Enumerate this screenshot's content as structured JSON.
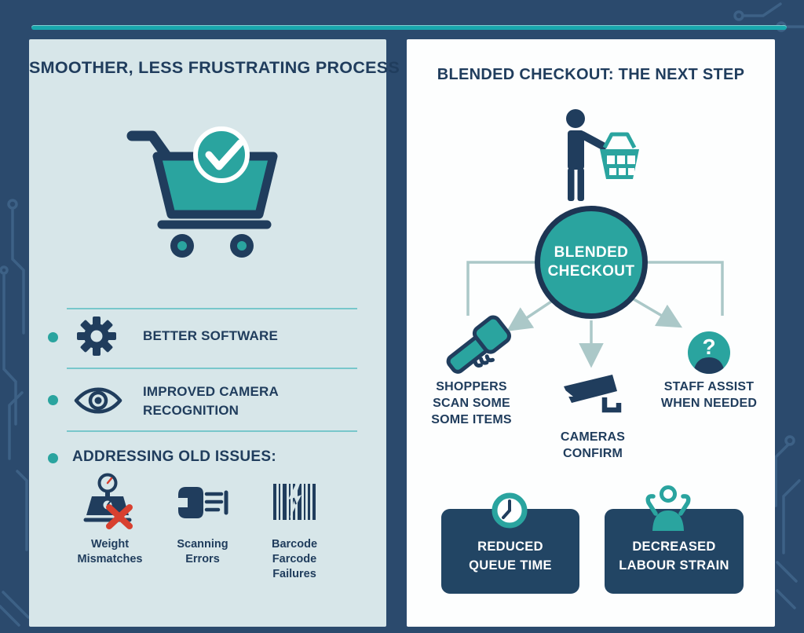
{
  "palette": {
    "bg": "#2b4a6d",
    "panelL": "#d7e6e9",
    "panelR": "#fdfefe",
    "teal": "#2aa49f",
    "tealLine": "#19a7ad",
    "ink": "#203d5d",
    "boxNavy": "#224564",
    "arrow": "#abc8c8",
    "red": "#d8402f",
    "trace": "#3d6186",
    "white": "#ffffff"
  },
  "left_panel": {
    "title": "SMOOTHER, LESS FRUSTRATING PROCESS",
    "hero_icon": "cart-check-icon",
    "features": [
      {
        "icon": "gear-icon",
        "label": "BETTER SOFTWARE"
      },
      {
        "icon": "eye-icon",
        "label": "IMPROVED CAMERA\nRECOGNITION"
      }
    ],
    "issues_heading": "ADDRESSING OLD ISSUES:",
    "issues": [
      {
        "icon": "scale-mismatch-icon",
        "label": "Weight\nMismatches"
      },
      {
        "icon": "scanner-icon",
        "label": "Scanning\nErrors"
      },
      {
        "icon": "barcode-icon",
        "label": "Barcode\nFarcode\nFailures"
      }
    ]
  },
  "right_panel": {
    "title": "BLENDED CHECKOUT: THE NEXT STEP",
    "hero_icon": "person-basket-icon",
    "hub_label": "BLENDED\nCHECKOUT",
    "branches": [
      {
        "icon": "handheld-scanner-icon",
        "label": "SHOPPERS\nSCAN SOME\nSOME ITEMS"
      },
      {
        "icon": "cctv-camera-icon",
        "label": "CAMERAS\nCONFIRM"
      },
      {
        "icon": "staff-question-icon",
        "label": "STAFF ASSIST\nWHEN NEEDED"
      }
    ],
    "benefits": [
      {
        "icon": "clock-icon",
        "label": "REDUCED\nQUEUE TIME"
      },
      {
        "icon": "raised-arms-icon",
        "label": "DECREASED\nLABOUR STRAIN"
      }
    ]
  }
}
